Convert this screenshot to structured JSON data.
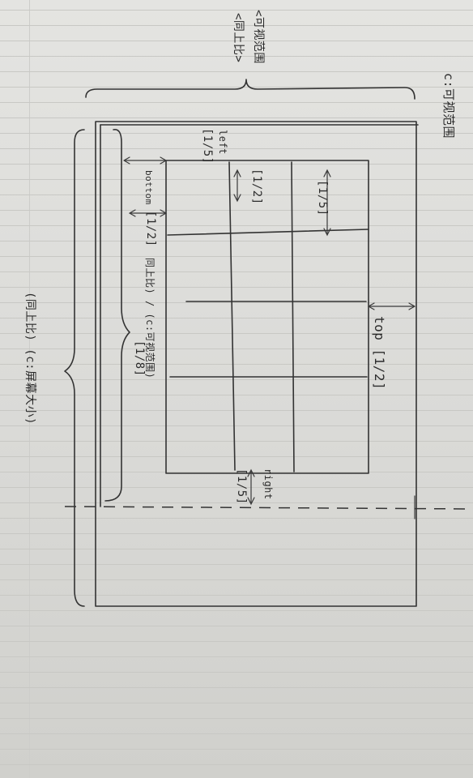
{
  "annotations": {
    "title_c": "c:可视范围",
    "note_top_left": "<可视范围",
    "note_top_left_2": "<同上比>",
    "left_label": "left",
    "left_ratio": "[1/5]",
    "left_inner_ratio": "[1/2]",
    "top_right_ratio": "[1/5]",
    "bottom_label": "bottom",
    "bottom_ratio": "[1/2]",
    "mid_note": "同上比) / (c:可视范围)",
    "mid_ratio": "[1/8]",
    "top_label": "top [1/2]",
    "right_label": "right",
    "right_ratio": "[1/5]",
    "bottom_note": "(同上比) (c:屏幕大小)"
  }
}
